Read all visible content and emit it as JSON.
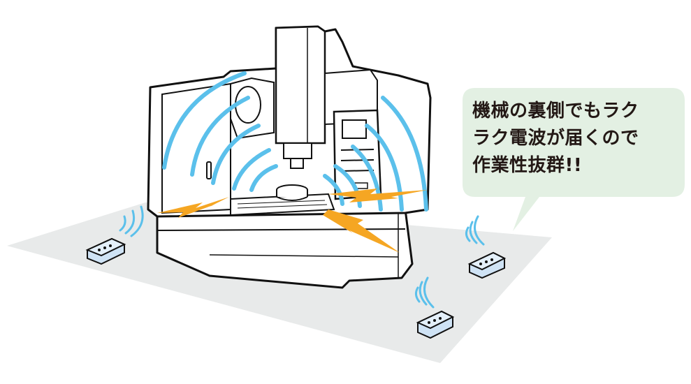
{
  "callout": {
    "lines": [
      "機械の裏側でもラク",
      "ラク電波が届くので",
      "作業性抜群!!"
    ]
  },
  "colors": {
    "floor": "#e8eaea",
    "machine_outline": "#111111",
    "machine_fill": "#ffffff",
    "radio_wave": "#5bc0eb",
    "lightning": "#f5a623",
    "callout_bg": "#e3f0e3",
    "sensor_fill": "#cfe3f5",
    "text": "#231815"
  },
  "icons": [
    "wireless-sensor-icon",
    "radio-wave-icon",
    "lightning-icon",
    "machining-center-icon"
  ]
}
